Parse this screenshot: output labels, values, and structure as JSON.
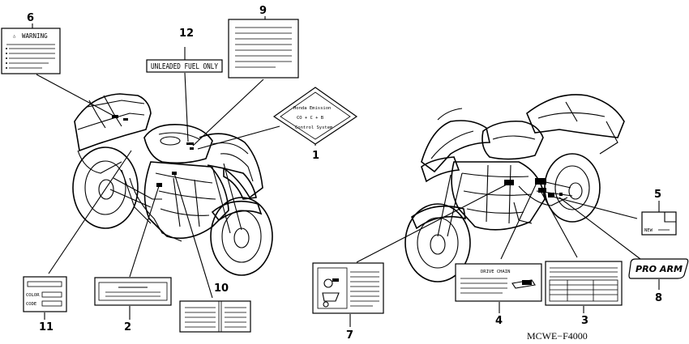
{
  "figure_code": "MCWE−F4000",
  "callouts": [
    {
      "number": "1"
    },
    {
      "number": "2"
    },
    {
      "number": "3"
    },
    {
      "number": "4"
    },
    {
      "number": "5"
    },
    {
      "number": "6"
    },
    {
      "number": "7"
    },
    {
      "number": "8"
    },
    {
      "number": "9"
    },
    {
      "number": "10"
    },
    {
      "number": "11"
    },
    {
      "number": "12"
    }
  ],
  "label_text": {
    "warning": "WARNING",
    "warning_symbol": "△",
    "fuel": "UNLEADED FUEL ONLY",
    "drive_chain": "DRIVE CHAIN",
    "new": "NEW",
    "proarm": "PRO ARM",
    "color": "COLOR",
    "code": "CODE",
    "emission_top": "Honda  Emission",
    "emission_mid": "CO + C  +  B",
    "emission_bottom": "Control  System"
  }
}
